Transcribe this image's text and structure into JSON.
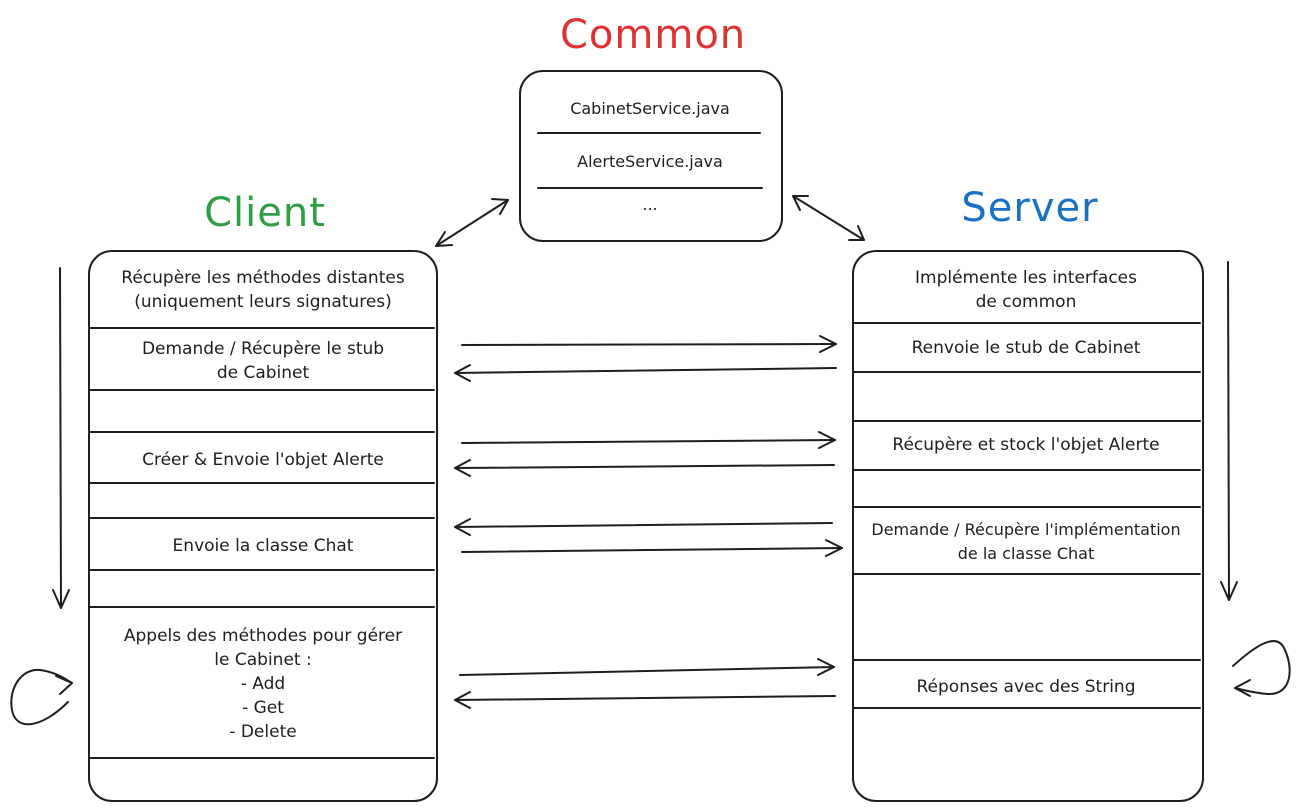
{
  "titles": {
    "common": {
      "text": "Common",
      "color": "#e03131"
    },
    "client": {
      "text": "Client",
      "color": "#2f9e44"
    },
    "server": {
      "text": "Server",
      "color": "#1971c2"
    }
  },
  "common_box": {
    "rows": [
      "CabinetService.java",
      "AlerteService.java",
      "..."
    ]
  },
  "client_box": {
    "rows": [
      "Récupère les méthodes distantes\n(uniquement leurs signatures)",
      "Demande / Récupère le stub\nde Cabinet",
      "Créer & Envoie l'objet Alerte",
      "Envoie la classe Chat",
      "Appels des méthodes pour gérer\nle Cabinet :\n- Add\n- Get\n- Delete"
    ]
  },
  "server_box": {
    "rows": [
      "Implémente les interfaces\nde common",
      "Renvoie le stub de Cabinet",
      "Récupère et stock l'objet Alerte",
      "Demande / Récupère l'implémentation\nde la classe Chat",
      "Réponses avec des String"
    ]
  }
}
